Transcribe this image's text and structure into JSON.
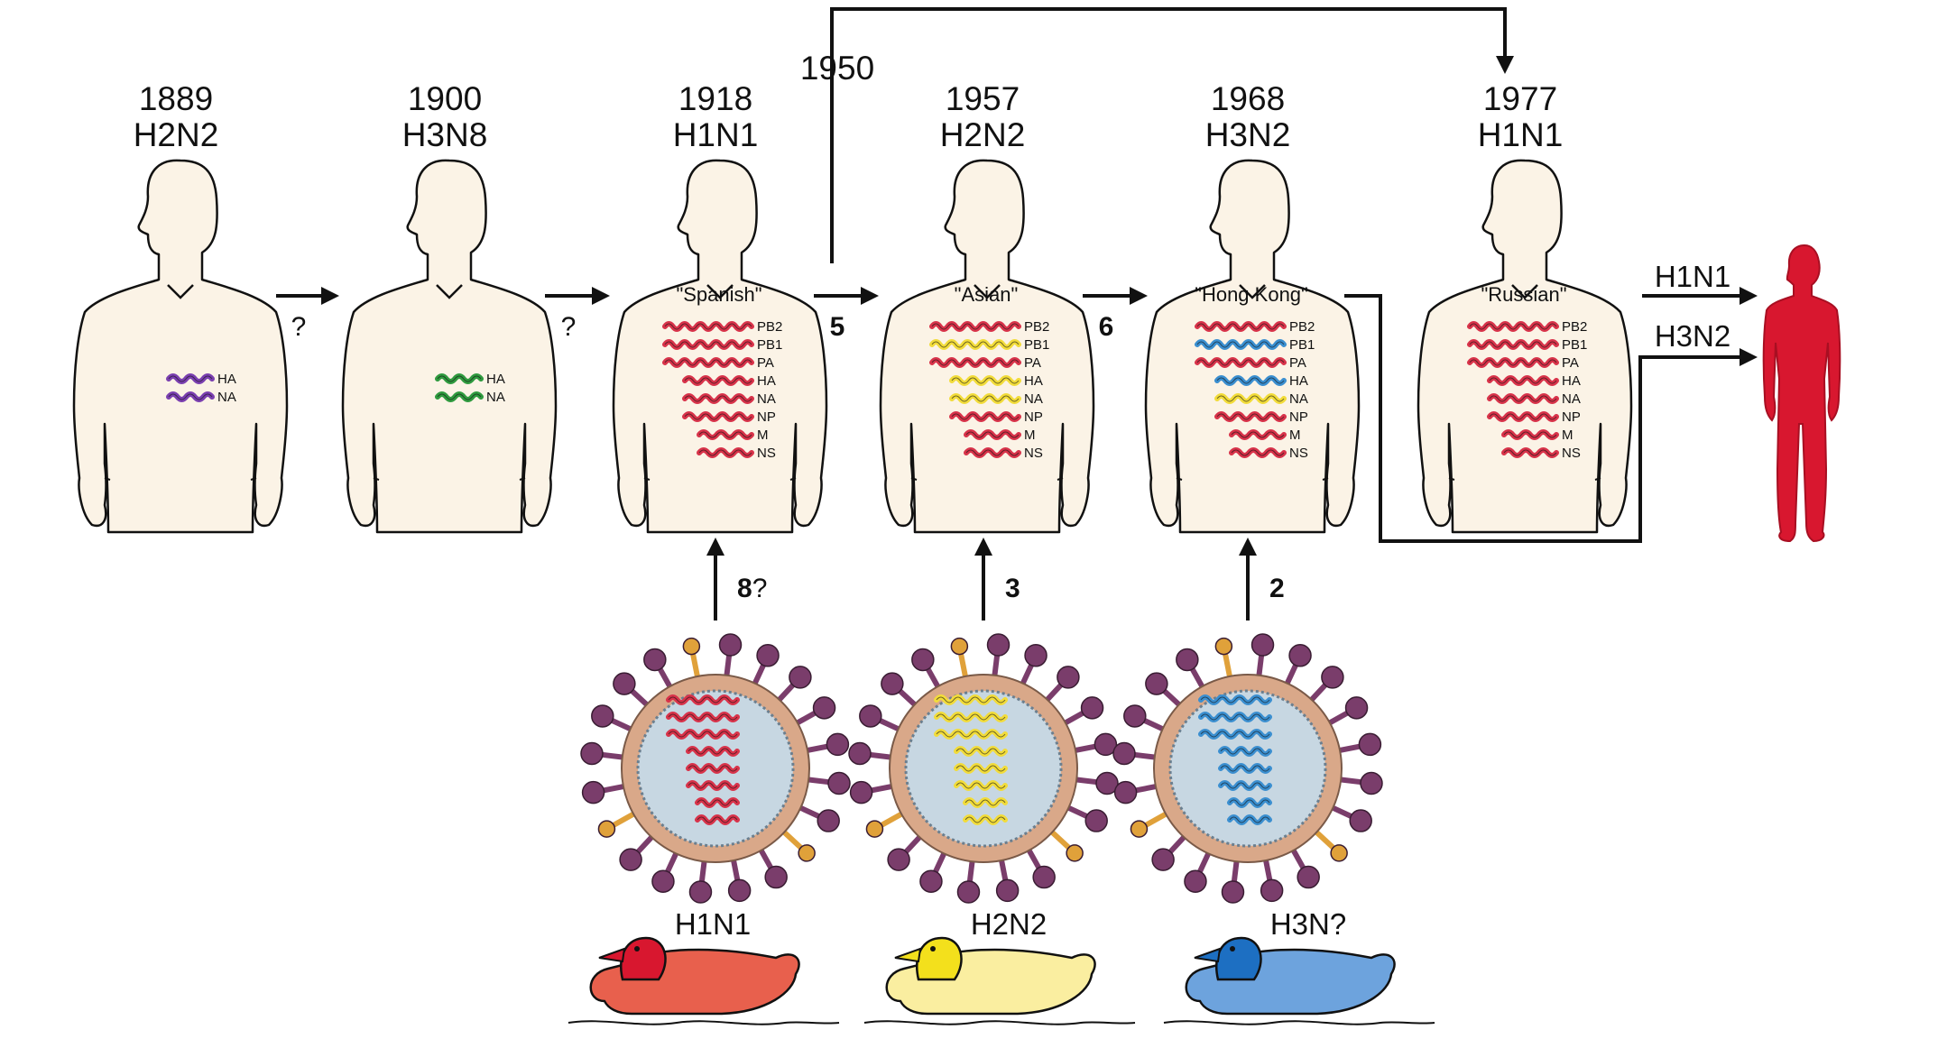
{
  "colors": {
    "body_fill": "#fbf3e6",
    "red_gene": "#d8334a",
    "purple_gene": "#7a3fb0",
    "green_gene": "#2f9a3f",
    "yellow_gene": "#f2dc3a",
    "blue_gene": "#3b8fd0",
    "human_red": "#d8172f",
    "virus_spike": "#7a3d6b",
    "virus_core": "#c7d7e2",
    "virus_shell": "#d9a889",
    "red_duck": "#e8604d",
    "yellow_duck": "#faeea0",
    "blue_duck": "#6da3dd"
  },
  "people": [
    {
      "year": "1889",
      "subtype": "H2N2",
      "nickname": "",
      "genes": [
        "HA",
        "NA"
      ],
      "gene_colors": [
        "purple",
        "purple"
      ]
    },
    {
      "year": "1900",
      "subtype": "H3N8",
      "nickname": "",
      "genes": [
        "HA",
        "NA"
      ],
      "gene_colors": [
        "green",
        "green"
      ]
    },
    {
      "year": "1918",
      "subtype": "H1N1",
      "nickname": "\"Spanish\"",
      "genes": [
        "PB2",
        "PB1",
        "PA",
        "HA",
        "NA",
        "NP",
        "M",
        "NS"
      ],
      "gene_colors": [
        "red",
        "red",
        "red",
        "red",
        "red",
        "red",
        "red",
        "red"
      ]
    },
    {
      "year": "1957",
      "subtype": "H2N2",
      "nickname": "\"Asian\"",
      "genes": [
        "PB2",
        "PB1",
        "PA",
        "HA",
        "NA",
        "NP",
        "M",
        "NS"
      ],
      "gene_colors": [
        "red",
        "yellow",
        "red",
        "yellow",
        "yellow",
        "red",
        "red",
        "red"
      ]
    },
    {
      "year": "1968",
      "subtype": "H3N2",
      "nickname": "\"Hong Kong\"",
      "genes": [
        "PB2",
        "PB1",
        "PA",
        "HA",
        "NA",
        "NP",
        "M",
        "NS"
      ],
      "gene_colors": [
        "red",
        "blue",
        "red",
        "blue",
        "yellow",
        "red",
        "red",
        "red"
      ]
    },
    {
      "year": "1977",
      "subtype": "H1N1",
      "nickname": "\"Russian\"",
      "genes": [
        "PB2",
        "PB1",
        "PA",
        "HA",
        "NA",
        "NP",
        "M",
        "NS"
      ],
      "gene_colors": [
        "red",
        "red",
        "red",
        "red",
        "red",
        "red",
        "red",
        "red"
      ]
    }
  ],
  "transitions": [
    "?",
    "?",
    "5",
    "6"
  ],
  "loop_year": "1950",
  "vertical_arrows": [
    {
      "number": "8",
      "suffix": "?"
    },
    {
      "number": "3",
      "suffix": ""
    },
    {
      "number": "2",
      "suffix": ""
    }
  ],
  "viruses": [
    {
      "color": "red"
    },
    {
      "color": "yellow"
    },
    {
      "color": "blue"
    }
  ],
  "ducks": [
    {
      "label": "H1N1",
      "color": "red"
    },
    {
      "label": "H2N2",
      "color": "yellow"
    },
    {
      "label": "H3N?",
      "color": "blue"
    }
  ],
  "current_strains": [
    "H1N1",
    "H3N2"
  ]
}
